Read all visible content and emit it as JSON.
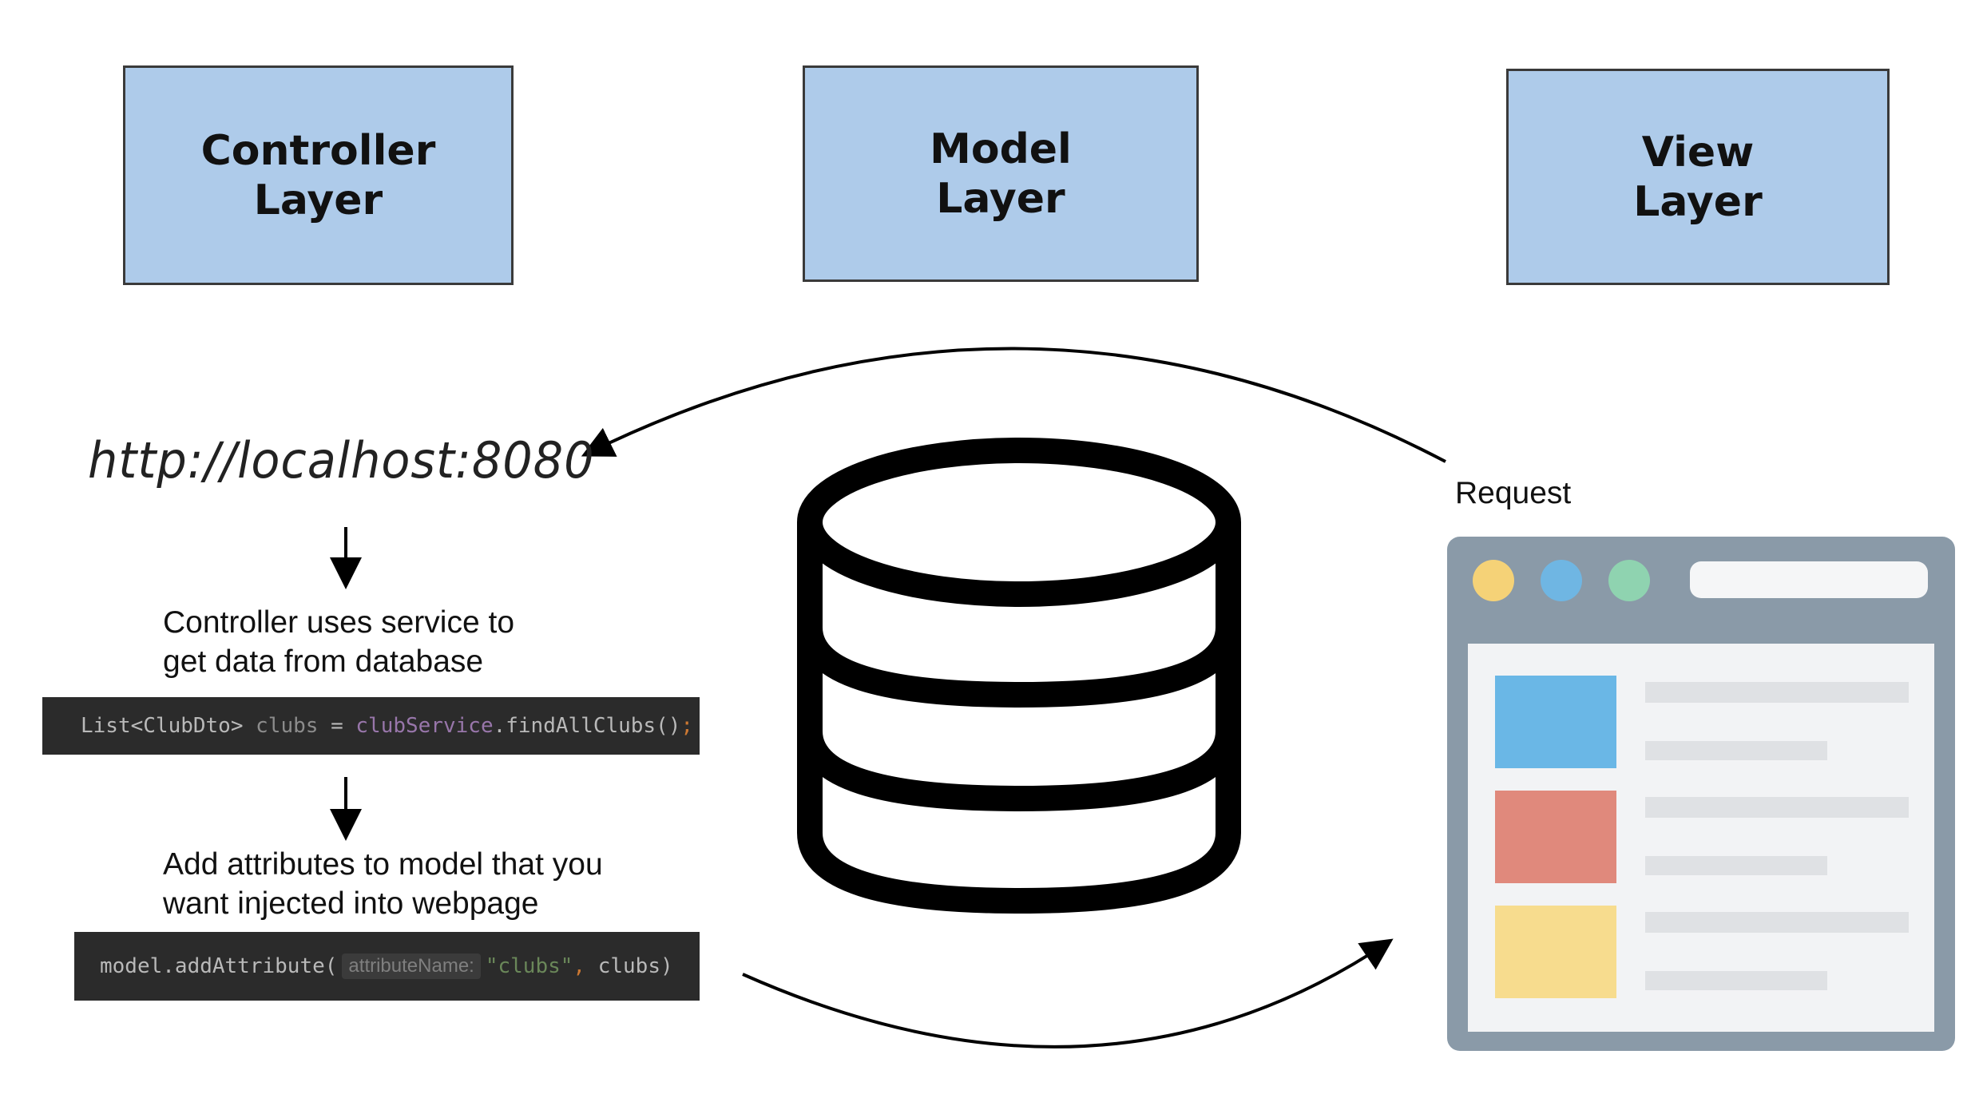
{
  "layers": {
    "controller": "Controller\nLayer",
    "model": "Model\nLayer",
    "view": "View\nLayer"
  },
  "url": "http://localhost:8080",
  "steps": {
    "step1": "Controller uses service to\nget data from database",
    "step2": "Add attributes to model that you\nwant injected into webpage"
  },
  "code1": {
    "type": "List<ClubDto>",
    "var": "clubs",
    "eq": "=",
    "service": "clubService",
    "call": ".findAllClubs()",
    "semi": ";"
  },
  "code2": {
    "call": "model.addAttribute(",
    "hint": "attributeName:",
    "str": "\"clubs\"",
    "comma": ",",
    "arg": " clubs)"
  },
  "request_label": "Request",
  "browser": {
    "dots": [
      "#f5d277",
      "#6fb6e3",
      "#8fd3b0"
    ],
    "tiles": [
      "#6ab7e6",
      "#e0897c",
      "#f7dc8e"
    ]
  }
}
